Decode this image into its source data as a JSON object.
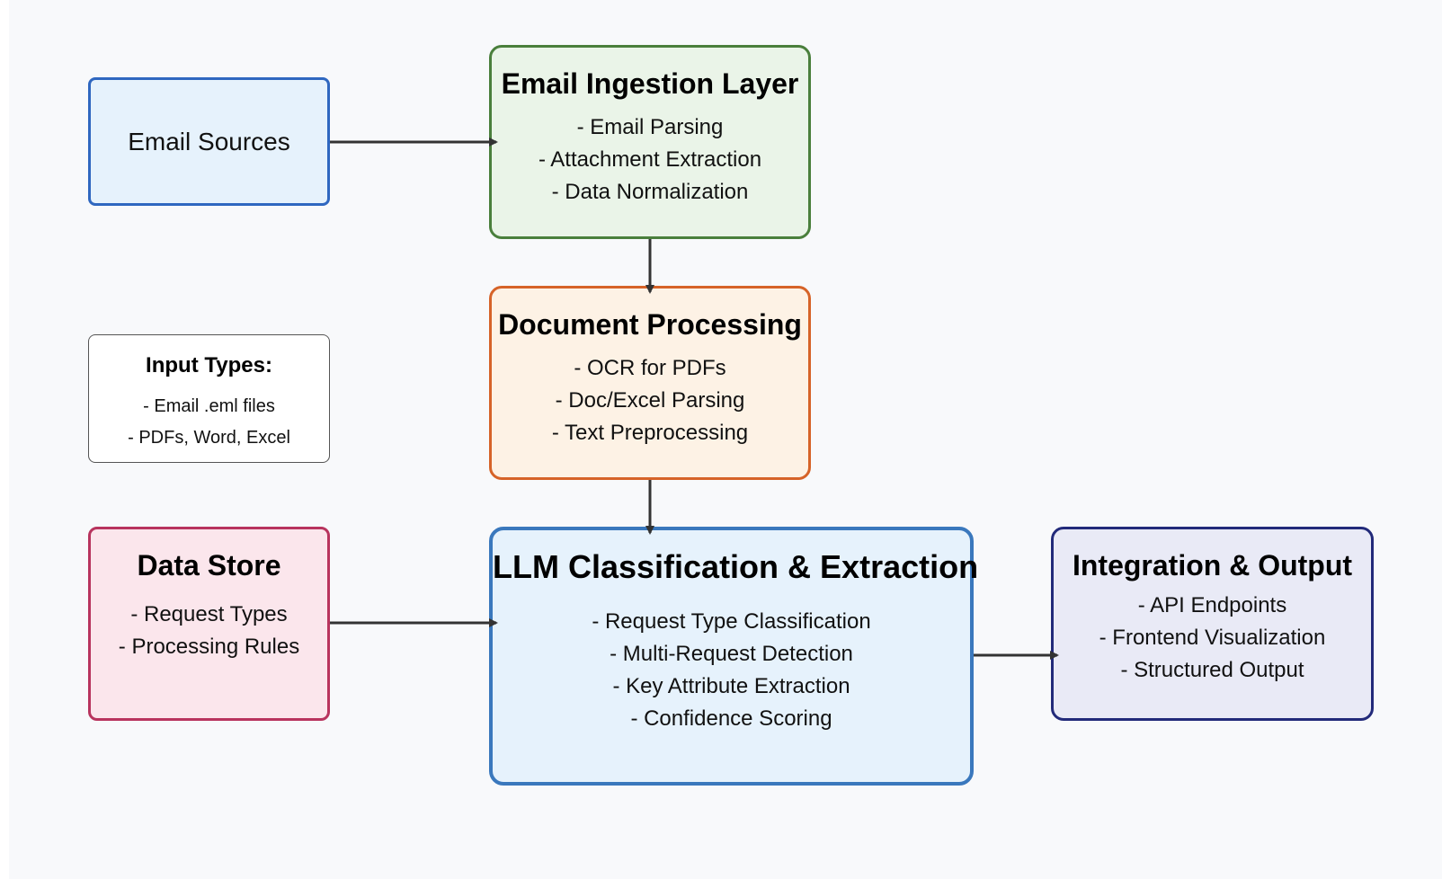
{
  "nodes": {
    "email_sources": {
      "label": "Email Sources"
    },
    "ingestion": {
      "title": "Email Ingestion Layer",
      "items": [
        "- Email Parsing",
        "- Attachment Extraction",
        "- Data Normalization"
      ]
    },
    "document_processing": {
      "title": "Document Processing",
      "items": [
        "- OCR for PDFs",
        "- Doc/Excel Parsing",
        "- Text Preprocessing"
      ]
    },
    "input_types": {
      "title": "Input Types:",
      "items": [
        "- Email .eml files",
        "- PDFs, Word, Excel"
      ]
    },
    "data_store": {
      "title": "Data Store",
      "items": [
        "- Request Types",
        "- Processing Rules"
      ]
    },
    "llm": {
      "title": "LLM Classification & Extraction",
      "items": [
        "- Request Type Classification",
        "- Multi-Request Detection",
        "- Key Attribute Extraction",
        "- Confidence Scoring"
      ]
    },
    "integration": {
      "title": "Integration & Output",
      "items": [
        "- API Endpoints",
        "- Frontend Visualization",
        "- Structured Output"
      ]
    }
  },
  "edges": [
    {
      "from": "Email Sources",
      "to": "Email Ingestion Layer"
    },
    {
      "from": "Email Ingestion Layer",
      "to": "Document Processing"
    },
    {
      "from": "Document Processing",
      "to": "LLM Classification & Extraction"
    },
    {
      "from": "Data Store",
      "to": "LLM Classification & Extraction"
    },
    {
      "from": "LLM Classification & Extraction",
      "to": "Integration & Output"
    }
  ],
  "colors": {
    "background": "#f8f9fb",
    "email_sources_border": "#2f67c0",
    "ingestion_border": "#4a7f3c",
    "document_processing_border": "#d66328",
    "data_store_border": "#b8345e",
    "llm_border": "#3a78bd",
    "integration_border": "#222a7a",
    "arrow": "#333333"
  }
}
